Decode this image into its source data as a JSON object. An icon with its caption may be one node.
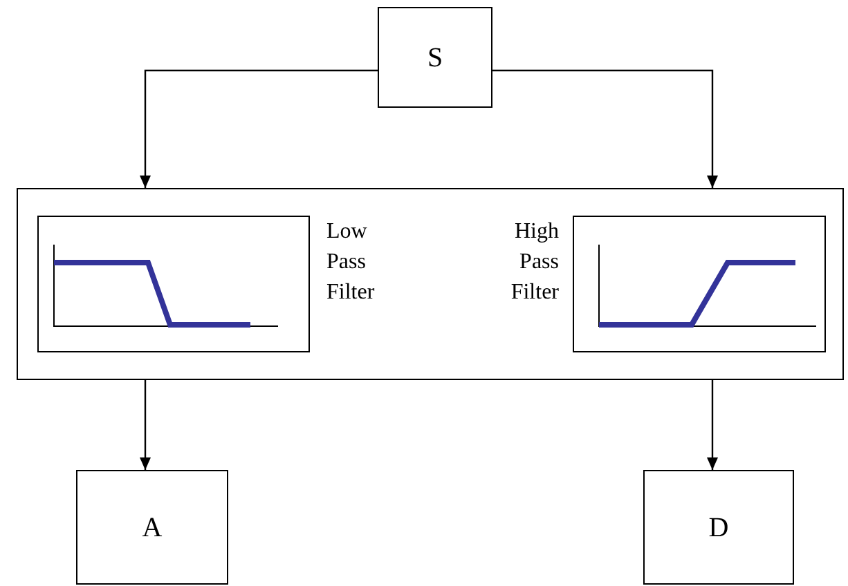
{
  "diagram": {
    "nodes": [
      {
        "text": [
          "S"
        ]
      },
      {
        "text": [],
        "shape": "box"
      },
      {
        "text": [],
        "shape": "picture",
        "in": 1,
        "beside": [
          "Low Pass Filter"
        ]
      },
      {
        "text": [],
        "shape": "picture",
        "in": 1,
        "beside": [
          "High Pass Filter"
        ]
      },
      {
        "text": [
          "A"
        ]
      },
      {
        "text": [
          "D"
        ]
      }
    ],
    "edges": [
      {
        "from": 0,
        "to": 1,
        "arrow": "to"
      },
      {
        "from": 0,
        "to": 1,
        "arrow": "to"
      },
      {
        "from": 1,
        "to": 4,
        "arrow": "to"
      },
      {
        "from": 1,
        "to": 5,
        "arrow": "to"
      }
    ]
  }
}
